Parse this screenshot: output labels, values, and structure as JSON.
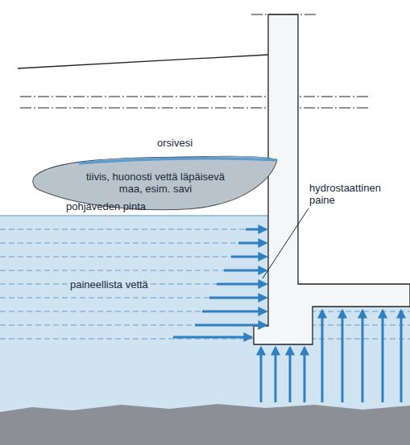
{
  "diagram": {
    "nodes": [
      {
        "text": [
          "tiivis, huonosti vettä läpäisevä maa, esim. savi"
        ]
      }
    ],
    "labels": [
      "orsivesi",
      "pohjaveden pinta",
      "hydrostaattinen paine",
      "paineellista vettä"
    ]
  }
}
